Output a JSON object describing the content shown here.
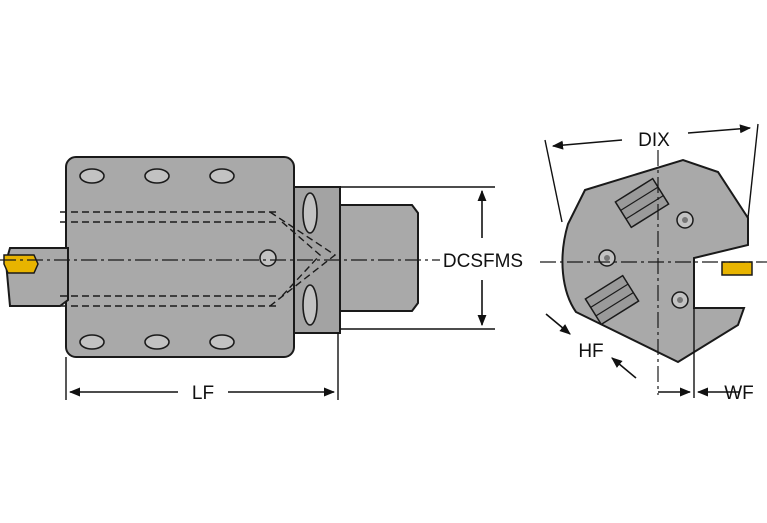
{
  "labels": {
    "lf": "LF",
    "dcsfms": "DCSFMS",
    "dix": "DIX",
    "hf": "HF",
    "wf": "WF"
  },
  "colors": {
    "body": "#a9a9a9",
    "body_dark": "#8f8f8f",
    "outline": "#1a1a1a",
    "insert": "#e8b400",
    "background": "#ffffff"
  }
}
